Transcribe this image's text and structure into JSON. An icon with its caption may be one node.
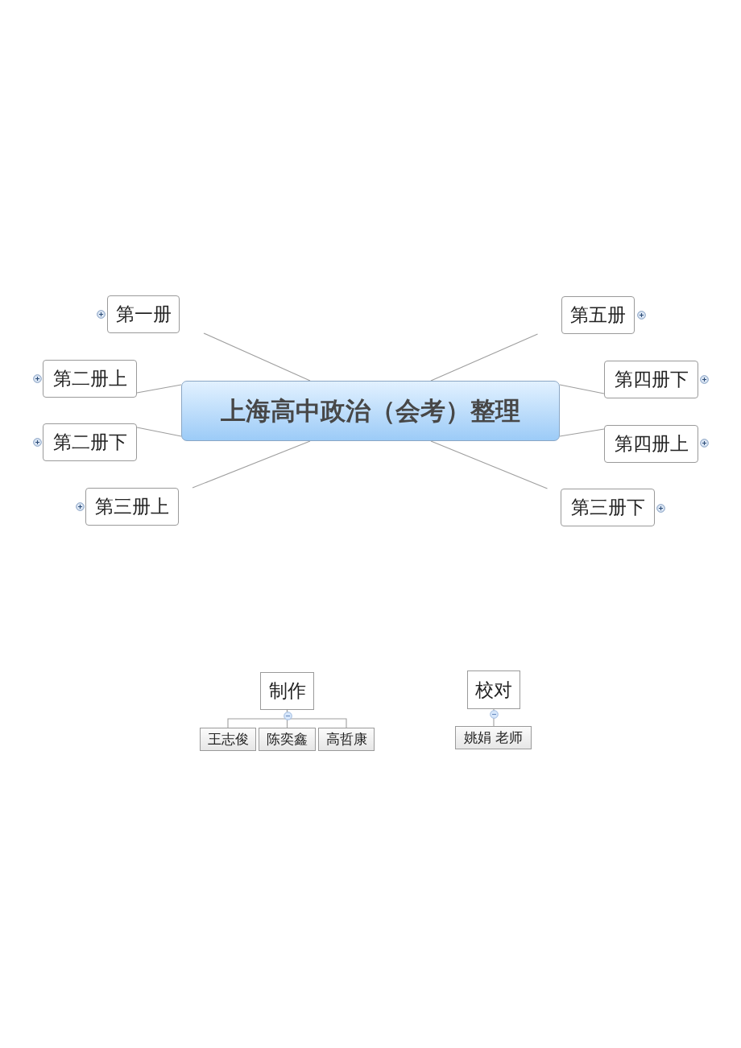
{
  "diagram": {
    "nodes": [
      {
        "text": [
          "上海高中政治（会考）整理"
        ]
      },
      {
        "text": [
          "第一册"
        ]
      },
      {
        "text": [
          "第二册上"
        ]
      },
      {
        "text": [
          "第二册下"
        ]
      },
      {
        "text": [
          "第三册上"
        ]
      },
      {
        "text": [
          "第五册"
        ]
      },
      {
        "text": [
          "第四册下"
        ]
      },
      {
        "text": [
          "第四册上"
        ]
      },
      {
        "text": [
          "第三册下"
        ]
      },
      {
        "text": [
          "制作"
        ]
      },
      {
        "text": [
          "王志俊"
        ]
      },
      {
        "text": [
          "陈奕鑫"
        ]
      },
      {
        "text": [
          "高哲康"
        ]
      },
      {
        "text": [
          "校对"
        ]
      },
      {
        "text": [
          "姚娟 老师"
        ]
      }
    ],
    "edges": [
      {
        "from": 0,
        "to": 1,
        "arrow": "none"
      },
      {
        "from": 0,
        "to": 2,
        "arrow": "none"
      },
      {
        "from": 0,
        "to": 3,
        "arrow": "none"
      },
      {
        "from": 0,
        "to": 4,
        "arrow": "none"
      },
      {
        "from": 0,
        "to": 5,
        "arrow": "none"
      },
      {
        "from": 0,
        "to": 6,
        "arrow": "none"
      },
      {
        "from": 0,
        "to": 7,
        "arrow": "none"
      },
      {
        "from": 0,
        "to": 8,
        "arrow": "none"
      },
      {
        "from": 9,
        "to": 10,
        "arrow": "none"
      },
      {
        "from": 9,
        "to": 11,
        "arrow": "none"
      },
      {
        "from": 9,
        "to": 12,
        "arrow": "none"
      },
      {
        "from": 13,
        "to": 14,
        "arrow": "none"
      }
    ]
  }
}
